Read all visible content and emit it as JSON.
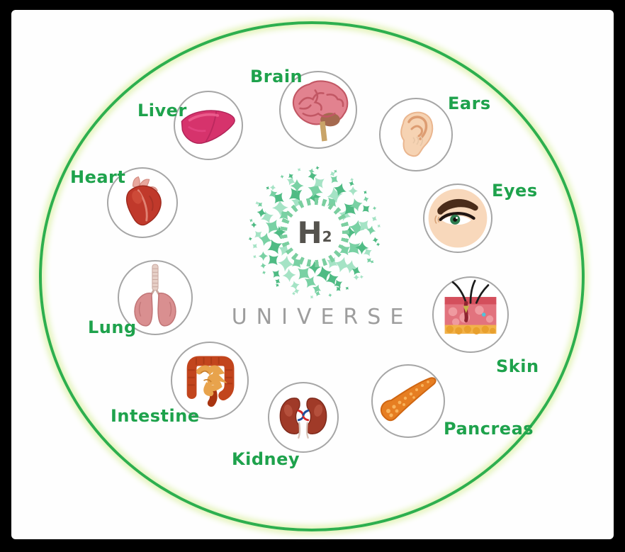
{
  "diagram_title": "H2 Universe organs diagram",
  "center": {
    "logo_letter": "H",
    "logo_subscript": "2",
    "wordmark": "UNIVERSE"
  },
  "organs": [
    {
      "label": "Brain",
      "icon": "brain-icon"
    },
    {
      "label": "Ears",
      "icon": "ear-icon"
    },
    {
      "label": "Eyes",
      "icon": "eye-icon"
    },
    {
      "label": "Skin",
      "icon": "skin-icon"
    },
    {
      "label": "Pancreas",
      "icon": "pancreas-icon"
    },
    {
      "label": "Kidney",
      "icon": "kidney-icon"
    },
    {
      "label": "Intestine",
      "icon": "intestine-icon"
    },
    {
      "label": "Lung",
      "icon": "lung-icon"
    },
    {
      "label": "Heart",
      "icon": "heart-icon"
    },
    {
      "label": "Liver",
      "icon": "liver-icon"
    }
  ],
  "colors": {
    "label_green": "#1ea24c",
    "ellipse_green": "#2daf4e",
    "ellipse_glow": "#e2f3b4",
    "circle_border": "#a6a6a6",
    "sparkle_dark": "#4fbb84",
    "sparkle_mid": "#79d1a4",
    "sparkle_light": "#a5e3c5",
    "logo_text_gray": "#55534e",
    "wordmark_gray": "#9d9d9d"
  }
}
